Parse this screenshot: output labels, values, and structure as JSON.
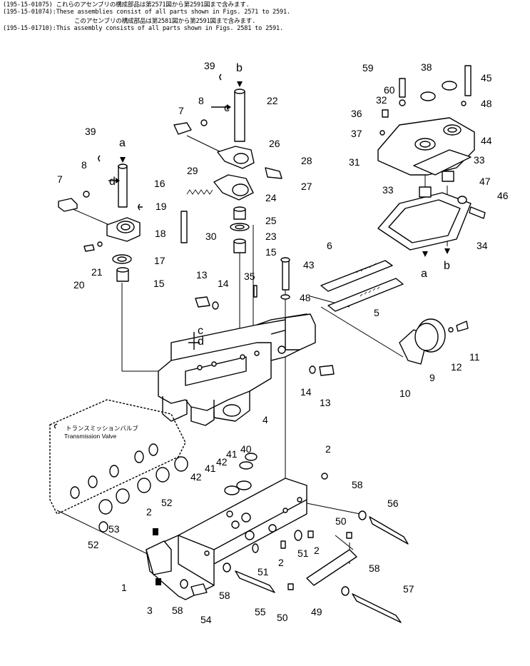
{
  "header": {
    "line1_code": "(195-15-01075)",
    "line1_text": "これらのアセンブリの構成部品は第2571図から第2591図まで含みます.",
    "line2_code": "(195-15-01074)",
    "line2_text": ":These assemblies consist of all parts shown in Figs. 2571 to 2591.",
    "line3_text": "このアセンブリの構成部品は第2581図から第2591図まで含みます.",
    "line4_code": "(195-15-01710)",
    "line4_text": ":This assembly consists of all parts shown in Figs. 2581 to 2591."
  },
  "annotation": {
    "jp": "トランスミッションバルブ",
    "en": "Transmission Valve"
  },
  "callouts": {
    "c1": "1",
    "c2a": "2",
    "c2b": "2",
    "c2c": "2",
    "c2d": "2",
    "c3": "3",
    "c4": "4",
    "c5": "5",
    "c6": "6",
    "c7a": "7",
    "c7b": "7",
    "c8a": "8",
    "c8b": "8",
    "c9": "9",
    "c10": "10",
    "c11": "11",
    "c12": "12",
    "c13a": "13",
    "c13b": "13",
    "c14a": "14",
    "c14b": "14",
    "c15a": "15",
    "c15b": "15",
    "c16": "16",
    "c17": "17",
    "c18": "18",
    "c19": "19",
    "c20": "20",
    "c21": "21",
    "c22": "22",
    "c23": "23",
    "c24": "24",
    "c25": "25",
    "c26": "26",
    "c27": "27",
    "c28": "28",
    "c29": "29",
    "c30": "30",
    "c31": "31",
    "c32": "32",
    "c33a": "33",
    "c33b": "33",
    "c34": "34",
    "c35": "35",
    "c36": "36",
    "c37": "37",
    "c38": "38",
    "c39a": "39",
    "c39b": "39",
    "c40": "40",
    "c41a": "41",
    "c41b": "41",
    "c42a": "42",
    "c42b": "42",
    "c43": "43",
    "c44": "44",
    "c45": "45",
    "c46": "46",
    "c47": "47",
    "c48a": "48",
    "c48b": "48",
    "c49": "49",
    "c50a": "50",
    "c50b": "50",
    "c51a": "51",
    "c51b": "51",
    "c52a": "52",
    "c52b": "52",
    "c53": "53",
    "c54": "54",
    "c55": "55",
    "c56": "56",
    "c57": "57",
    "c58a": "58",
    "c58b": "58",
    "c58c": "58",
    "c58d": "58",
    "c59": "59",
    "c60": "60"
  },
  "refs": {
    "a_top": "a",
    "b_top": "b",
    "c_top": "c",
    "d_top": "d",
    "a_bot": "a",
    "b_bot": "b",
    "c_mid": "c",
    "d_mid": "d"
  }
}
